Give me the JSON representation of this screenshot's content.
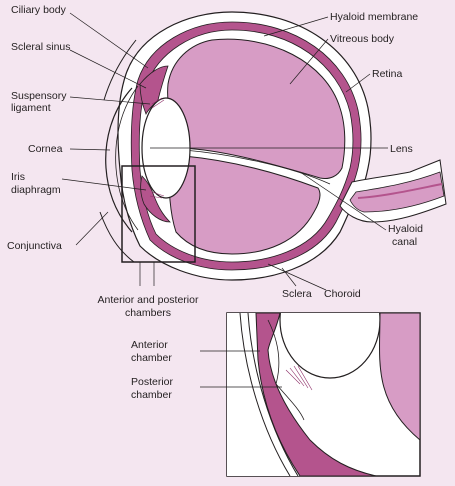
{
  "labels": {
    "ciliary_body": "Ciliary body",
    "scleral_sinus": "Scleral sinus",
    "suspensory_ligament": [
      "Suspensory",
      "ligament"
    ],
    "cornea": "Cornea",
    "iris_diaphragm": [
      "Iris",
      "diaphragm"
    ],
    "conjunctiva": "Conjunctiva",
    "hyaloid_membrane": "Hyaloid membrane",
    "vitreous_body": "Vitreous body",
    "retina": "Retina",
    "lens": "Lens",
    "hyaloid_canal": [
      "Hyaloid",
      "canal"
    ],
    "sclera": "Sclera",
    "choroid": "Choroid",
    "anterior_posterior_chambers": [
      "Anterior and posterior",
      "chambers"
    ],
    "anterior_chamber": [
      "Anterior",
      "chamber"
    ],
    "posterior_chamber": [
      "Posterior",
      "chamber"
    ]
  },
  "colors": {
    "background": "#f4e6f0",
    "vitreous": "#d79cc5",
    "tissue": "#b4548d",
    "dark_tissue": "#8e2f68",
    "sclera": "#ffffff",
    "line": "#231f20"
  }
}
